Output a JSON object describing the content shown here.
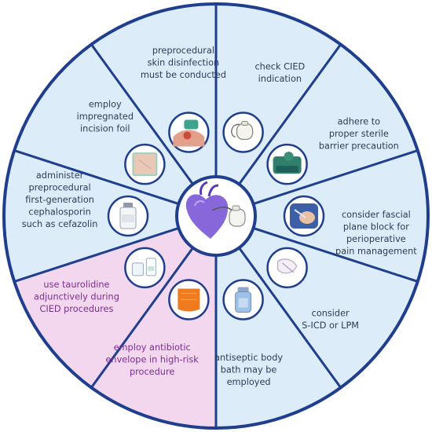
{
  "diagram": {
    "colors": {
      "segment_fill": "#dcecf8",
      "highlight_fill": "#f2d7ee",
      "rim": "#1f3f8e",
      "text": "#2d3d57",
      "highlight_text": "#7a2f8e",
      "heart": "#7a56d6"
    },
    "segments": [
      {
        "lines": [
          "check CIED",
          "indication"
        ],
        "icon": "pacemaker-device-icon",
        "highlight": false
      },
      {
        "lines": [
          "adhere to",
          "proper sterile",
          "barrier precaution"
        ],
        "icon": "surgical-drape-icon",
        "highlight": false
      },
      {
        "lines": [
          "consider fascial",
          "plane block for",
          "perioperative",
          "pain management"
        ],
        "icon": "nerve-block-injection-icon",
        "highlight": false
      },
      {
        "lines": [
          "consider",
          "S-ICD or LPM"
        ],
        "icon": "subcutaneous-icd-icon",
        "highlight": false
      },
      {
        "lines": [
          "antiseptic body",
          "bath may be",
          "employed"
        ],
        "icon": "antiseptic-bottle-icon",
        "highlight": false
      },
      {
        "lines": [
          "employ antibiotic",
          "envelope in high-risk",
          "procedure"
        ],
        "icon": "antibiotic-envelope-icon",
        "highlight": true
      },
      {
        "lines": [
          "use taurolidine",
          "adjunctively during",
          "CIED procedures"
        ],
        "icon": "taurolidine-solution-icon",
        "highlight": true
      },
      {
        "lines": [
          "administer",
          "preprocedural",
          "first-generation",
          "cephalosporin",
          "such as cefazolin"
        ],
        "icon": "antibiotic-vial-icon",
        "highlight": false
      },
      {
        "lines": [
          "employ",
          "impregnated",
          "incision foil"
        ],
        "icon": "incision-foil-icon",
        "highlight": false
      },
      {
        "lines": [
          "preprocedural",
          "skin disinfection",
          "must be conducted"
        ],
        "icon": "skin-disinfection-icon",
        "highlight": false
      }
    ],
    "center": {
      "icon": "heart-with-pacemaker-icon"
    }
  }
}
